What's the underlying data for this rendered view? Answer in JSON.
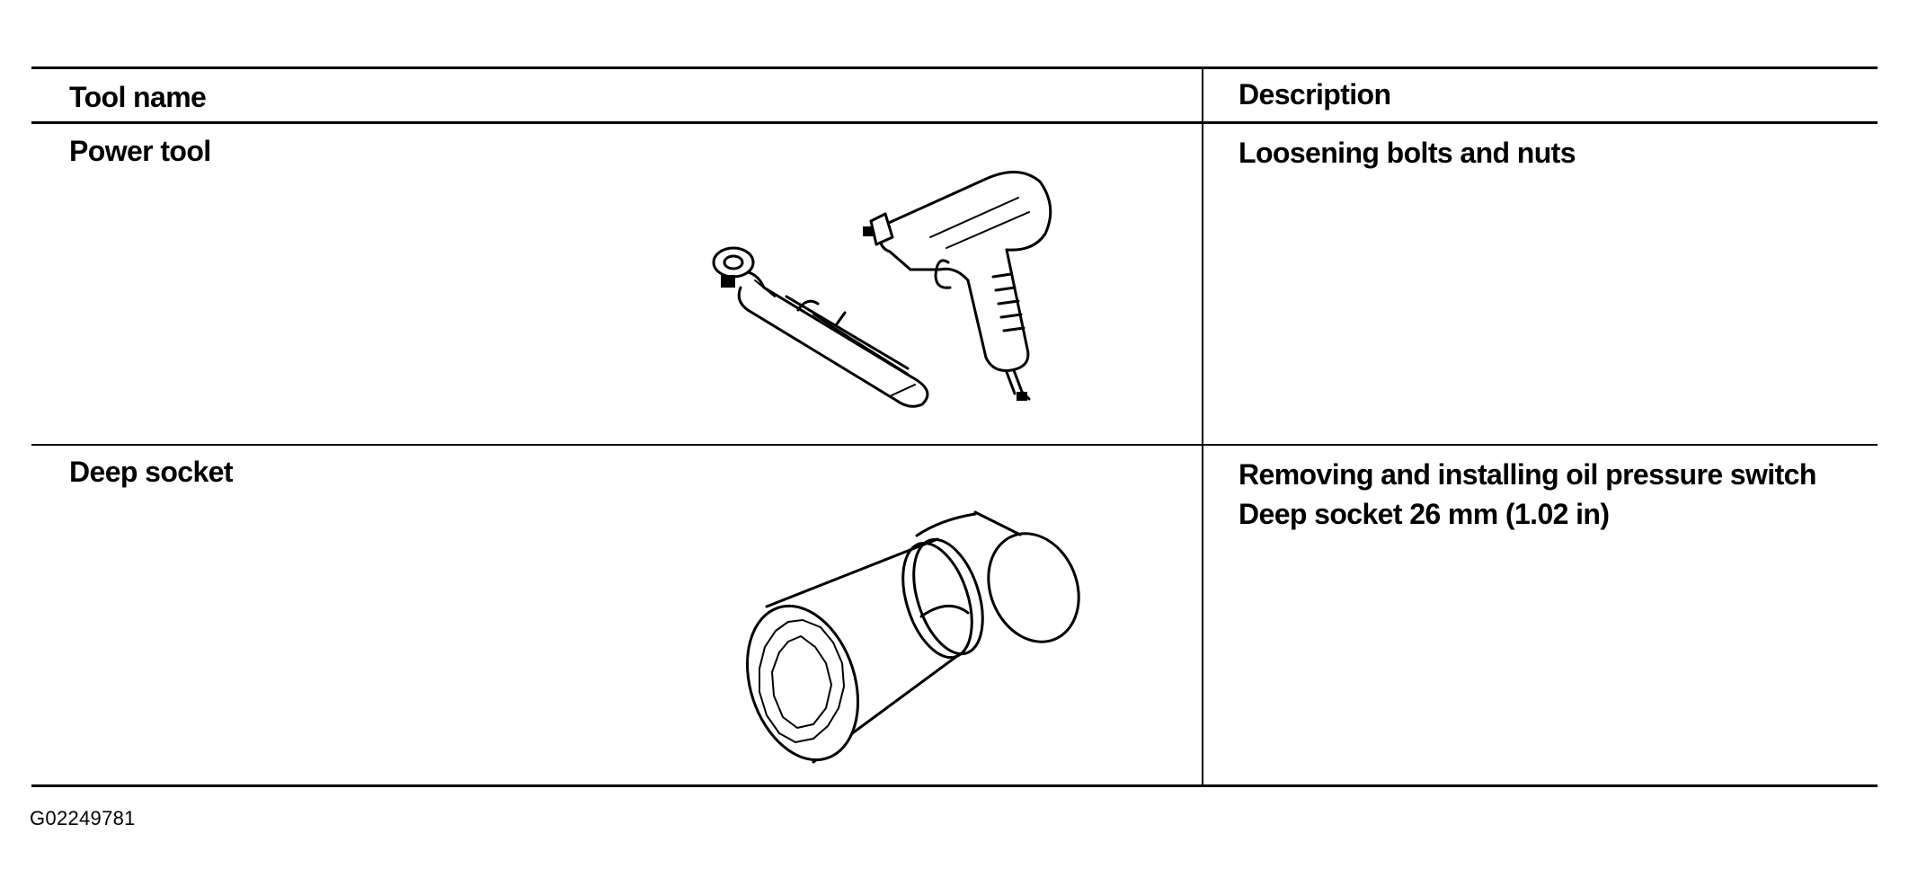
{
  "table": {
    "headers": {
      "tool_name": "Tool name",
      "description": "Description"
    },
    "rows": [
      {
        "tool_name": "Power tool",
        "description": [
          "Loosening bolts and nuts"
        ],
        "illustration": "air-ratchet-and-impact-wrench"
      },
      {
        "tool_name": "Deep socket",
        "description": [
          "Removing and installing oil pressure switch",
          "Deep socket 26 mm (1.02 in)"
        ],
        "illustration": "deep-socket"
      }
    ]
  },
  "figure_id": "G02249781"
}
